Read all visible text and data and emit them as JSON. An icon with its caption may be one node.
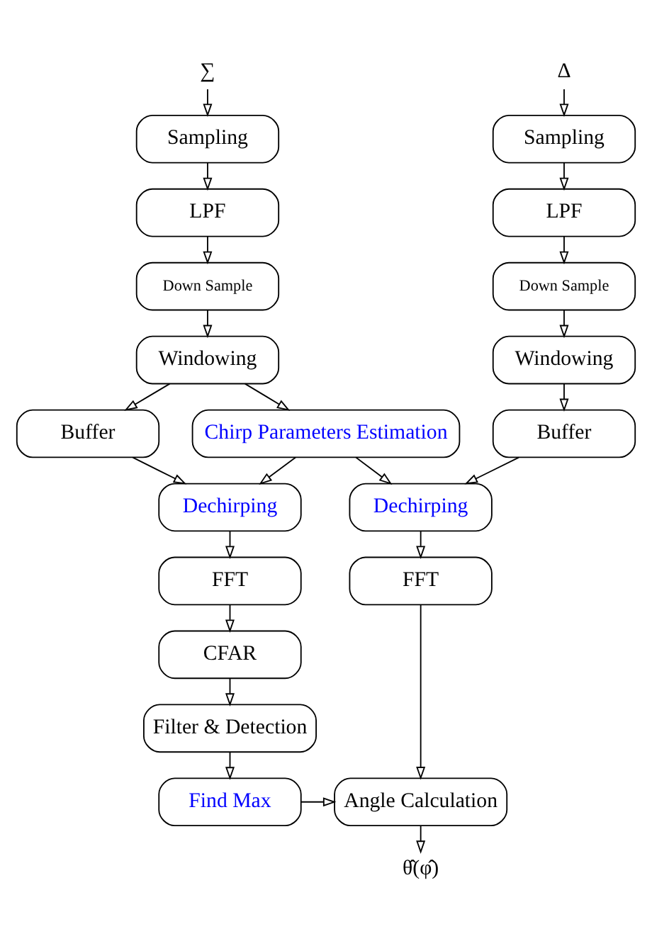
{
  "diagram": {
    "nodes": [
      {
        "text": [
          "Δ"
        ]
      },
      {
        "text": [
          "Sampling"
        ]
      },
      {
        "text": [
          "LPF"
        ]
      },
      {
        "text": [
          "Down Sample"
        ]
      },
      {
        "text": [
          "Windowing"
        ]
      },
      {
        "text": [
          "Buffer"
        ]
      },
      {
        "text": [
          "Dechirping"
        ]
      },
      {
        "text": [
          "FFT"
        ]
      },
      {
        "text": [
          "∑"
        ]
      },
      {
        "text": [
          "Sampling"
        ]
      },
      {
        "text": [
          "LPF"
        ]
      },
      {
        "text": [
          "Down Sample"
        ]
      },
      {
        "text": [
          "Windowing"
        ]
      },
      {
        "text": [
          "Buffer"
        ]
      },
      {
        "text": [
          "Dechirping"
        ]
      },
      {
        "text": [
          "FFT"
        ]
      },
      {
        "text": [
          "CFAR"
        ]
      },
      {
        "text": [
          "Filter & Detection"
        ]
      },
      {
        "text": [
          "Find Max"
        ]
      },
      {
        "text": [
          "Chirp Parameters Estimation"
        ]
      },
      {
        "text": [
          "Angle Calculation"
        ]
      },
      {
        "text": [
          "θ̂(φ̂)"
        ]
      }
    ],
    "edges": [
      {
        "from": 0,
        "to": 1,
        "arrow": "to"
      },
      {
        "from": 1,
        "to": 2,
        "arrow": "to"
      },
      {
        "from": 2,
        "to": 3,
        "arrow": "to"
      },
      {
        "from": 3,
        "to": 4,
        "arrow": "to"
      },
      {
        "from": 4,
        "to": 5,
        "arrow": "to"
      },
      {
        "from": 5,
        "to": 6,
        "arrow": "to"
      },
      {
        "from": 6,
        "to": 7,
        "arrow": "to"
      },
      {
        "from": 8,
        "to": 9,
        "arrow": "to"
      },
      {
        "from": 9,
        "to": 10,
        "arrow": "to"
      },
      {
        "from": 10,
        "to": 11,
        "arrow": "to"
      },
      {
        "from": 11,
        "to": 12,
        "arrow": "to"
      },
      {
        "from": 12,
        "to": 13,
        "arrow": "to"
      },
      {
        "from": 13,
        "to": 14,
        "arrow": "to"
      },
      {
        "from": 14,
        "to": 15,
        "arrow": "to"
      },
      {
        "from": 15,
        "to": 16,
        "arrow": "to"
      },
      {
        "from": 16,
        "to": 17,
        "arrow": "to"
      },
      {
        "from": 17,
        "to": 18,
        "arrow": "to"
      },
      {
        "from": 12,
        "to": 19,
        "arrow": "to"
      },
      {
        "from": 19,
        "to": 6,
        "arrow": "to"
      },
      {
        "from": 19,
        "to": 14,
        "arrow": "to"
      },
      {
        "from": 7,
        "to": 20,
        "arrow": "to"
      },
      {
        "from": 18,
        "to": 20,
        "arrow": "to"
      },
      {
        "from": 20,
        "to": 21,
        "arrow": "to"
      }
    ]
  }
}
